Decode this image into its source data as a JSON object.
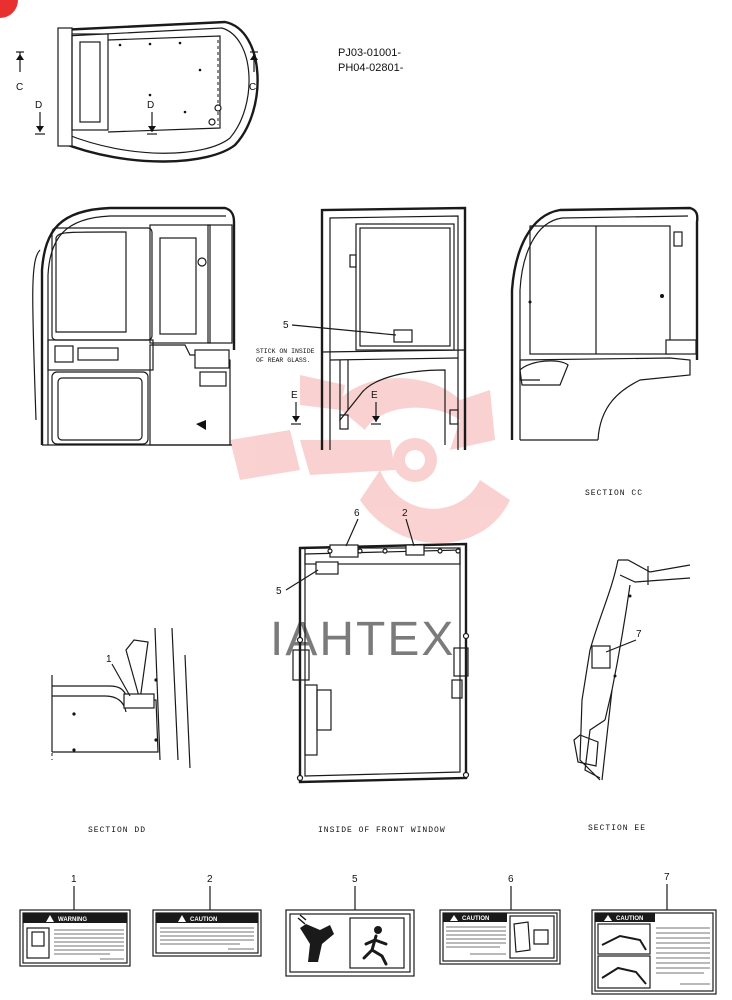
{
  "part_codes": [
    "PJ03-01001-",
    "PH04-02801-"
  ],
  "view_marks": {
    "c_left": "C",
    "c_right": "C",
    "d_left": "D",
    "d_center": "D",
    "e_left": "E",
    "e_right": "E"
  },
  "note": [
    "STICK ON INSIDE",
    "OF REAR GLASS."
  ],
  "section_titles": {
    "cc": "SECTION CC",
    "dd": "SECTION DD",
    "front": "INSIDE OF FRONT WINDOW",
    "ee": "SECTION EE"
  },
  "callouts": {
    "rear_5": "5",
    "front_6": "6",
    "front_2": "2",
    "front_5": "5",
    "dd_1": "1",
    "ee_7": "7"
  },
  "labels": [
    {
      "number": "1",
      "header": "WARNING"
    },
    {
      "number": "2",
      "header": "CAUTION"
    },
    {
      "number": "5",
      "header": ""
    },
    {
      "number": "6",
      "header": "CAUTION"
    },
    {
      "number": "7",
      "header": "CAUTION"
    }
  ],
  "watermark": {
    "text": "IAHTEX",
    "color": "#e8312f"
  },
  "colors": {
    "line": "#1a1a1a",
    "paper": "#ffffff",
    "watermark": "#e8312f"
  }
}
